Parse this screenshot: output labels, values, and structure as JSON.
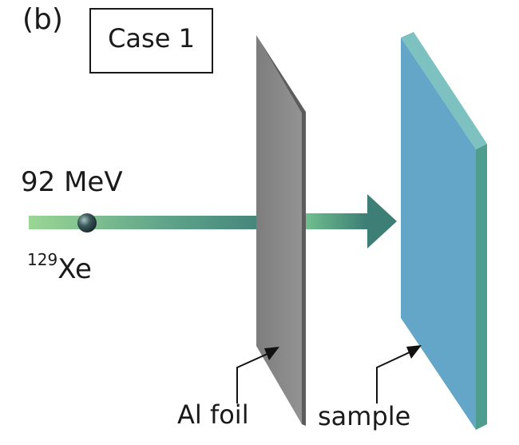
{
  "panel_label": "(b)",
  "case_label": "Case 1",
  "beam": {
    "energy": "92 MeV",
    "ion_mass_number": "129",
    "ion_symbol": "Xe"
  },
  "labels": {
    "foil": "Al foil",
    "sample": "sample"
  },
  "colors": {
    "beam_light": "#8fd08a",
    "beam_dark": "#3f8477",
    "foil": "#8a8a8a",
    "foil_edge": "#5f5f5f",
    "sample_face": "#62a5c7",
    "sample_top": "#79bfc0",
    "sample_side": "#4f9a8f",
    "ion_ball": "#2f4a4c"
  }
}
